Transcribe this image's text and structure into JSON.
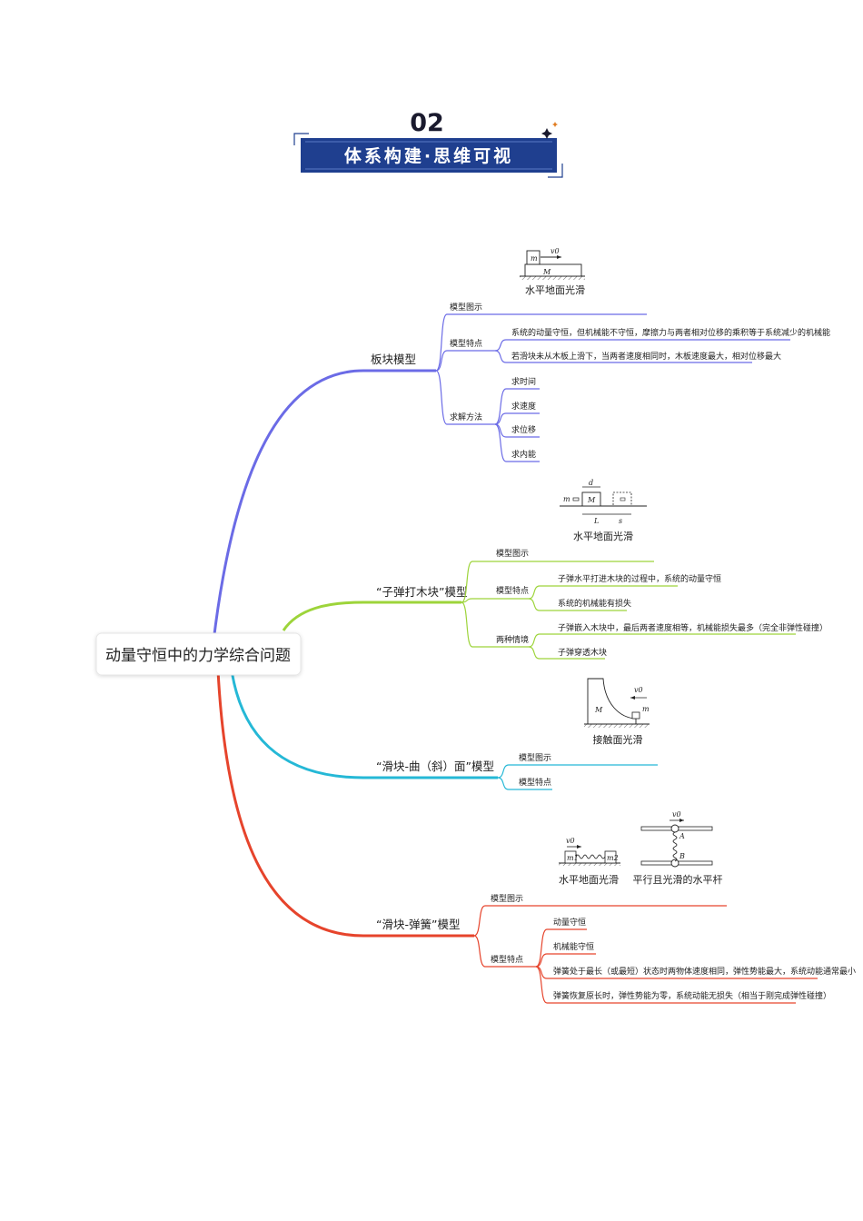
{
  "header": {
    "number": "02",
    "title": "体系构建·思维可视"
  },
  "root": {
    "label": "动量守恒中的力学综合问题"
  },
  "colors": {
    "header_bg": "#1f3f8f",
    "branch1": "#6b6be6",
    "branch2": "#9dd43a",
    "branch3": "#25b8d6",
    "branch4": "#e6442c"
  },
  "branches": [
    {
      "label": "板块模型",
      "figure_caption": "水平地面光滑",
      "figure_symbols": {
        "m": "m",
        "v0": "v0",
        "M": "M"
      },
      "subs": [
        {
          "label": "模型图示",
          "leaves": []
        },
        {
          "label": "模型特点",
          "leaves": [
            "系统的动量守恒，但机械能不守恒，摩擦力与两者相对位移的乘积等于系统减少的机械能",
            "若滑块未从木板上滑下，当两者速度相同时，木板速度最大，相对位移最大"
          ]
        },
        {
          "label": "求解方法",
          "leaves": [
            "求时间",
            "求速度",
            "求位移",
            "求内能"
          ]
        }
      ]
    },
    {
      "label": "“子弹打木块”模型",
      "figure_caption": "水平地面光滑",
      "figure_symbols": {
        "m": "m",
        "M": "M",
        "d": "d",
        "L": "L",
        "s": "s"
      },
      "subs": [
        {
          "label": "模型图示",
          "leaves": []
        },
        {
          "label": "模型特点",
          "leaves": [
            "子弹水平打进木块的过程中，系统的动量守恒",
            "系统的机械能有损失"
          ]
        },
        {
          "label": "两种情境",
          "leaves": [
            "子弹嵌入木块中，最后两者速度相等，机械能损失最多（完全非弹性碰撞）",
            "子弹穿透木块"
          ]
        }
      ]
    },
    {
      "label": "“滑块-曲（斜）面”模型",
      "figure_caption": "接触面光滑",
      "figure_symbols": {
        "M": "M",
        "m": "m",
        "v0": "v0"
      },
      "subs": [
        {
          "label": "模型图示",
          "leaves": []
        },
        {
          "label": "模型特点",
          "leaves": []
        }
      ]
    },
    {
      "label": "“滑块-弹簧”模型",
      "figure_captions": [
        "水平地面光滑",
        "平行且光滑的水平杆"
      ],
      "figure_symbols": {
        "m1": "m1",
        "m2": "m2",
        "v0": "v0",
        "A": "A",
        "B": "B"
      },
      "subs": [
        {
          "label": "模型图示",
          "leaves": []
        },
        {
          "label": "模型特点",
          "leaves": [
            "动量守恒",
            "机械能守恒",
            "弹簧处于最长（或最短）状态时两物体速度相同，弹性势能最大，系统动能通常最小",
            "弹簧恢复原长时，弹性势能为零，系统动能无损失（相当于刚完成弹性碰撞）"
          ]
        }
      ]
    }
  ]
}
